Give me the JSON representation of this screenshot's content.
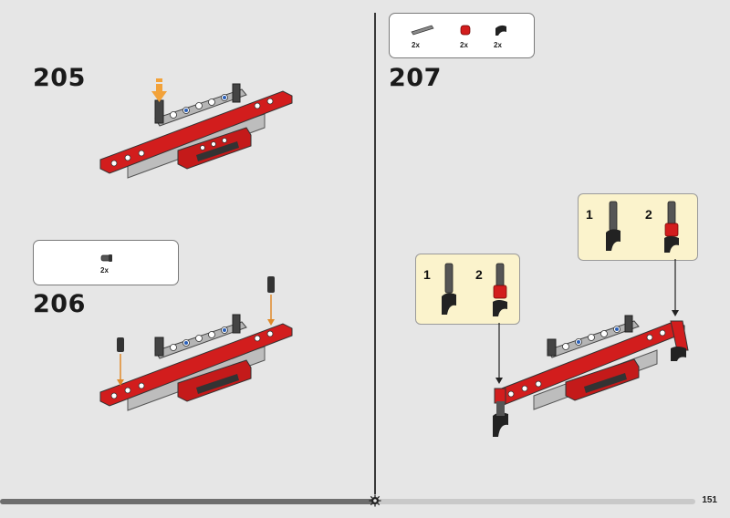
{
  "page": {
    "number": "151"
  },
  "progress": {
    "fraction": 0.54
  },
  "steps": [
    {
      "id": "205",
      "label": "205"
    },
    {
      "id": "206",
      "label": "206",
      "parts": [
        {
          "icon": "axle-pin-icon",
          "qty": "2x"
        }
      ]
    },
    {
      "id": "207",
      "label": "207",
      "parts": [
        {
          "icon": "grey-axle-icon",
          "qty": "2x"
        },
        {
          "icon": "red-bush-icon",
          "qty": "2x"
        },
        {
          "icon": "black-wedge-icon",
          "qty": "2x"
        }
      ],
      "subassemblies": [
        {
          "steps": [
            "1",
            "2"
          ]
        },
        {
          "steps": [
            "1",
            "2"
          ]
        }
      ]
    }
  ],
  "colors": {
    "brick_red": "#d21d1d",
    "beam_grey": "#a9a9a9",
    "arrow_orange": "#f2a23a",
    "sub_bg": "#fbf3cc"
  }
}
